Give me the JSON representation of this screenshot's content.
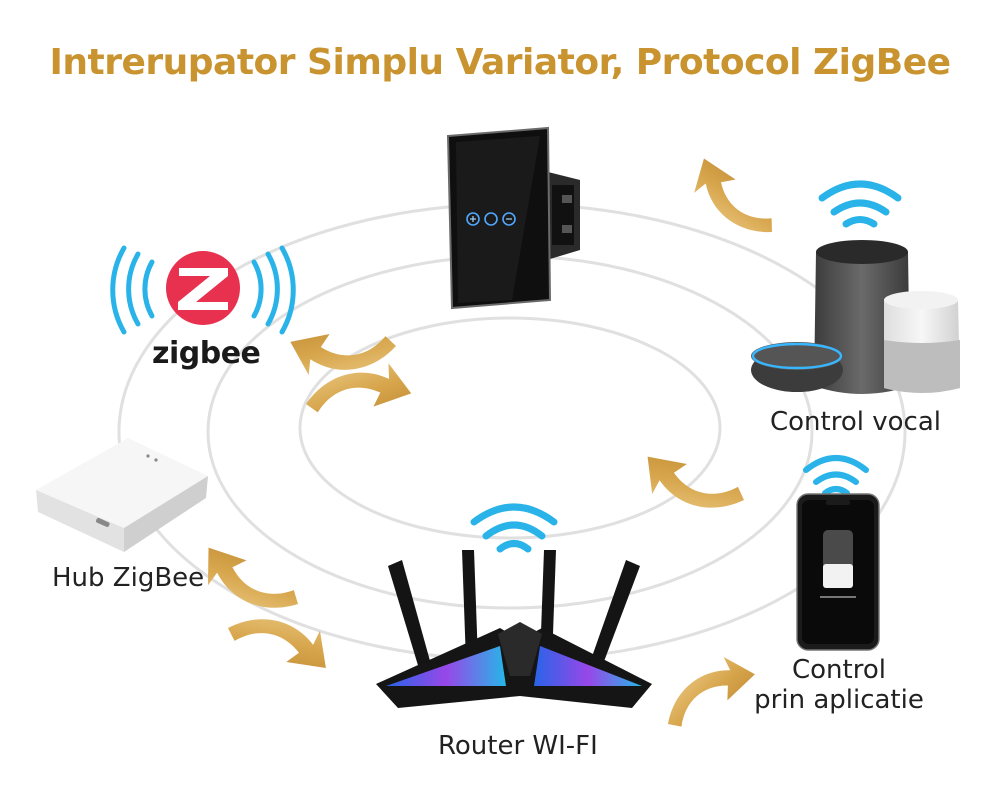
{
  "title": "Intrerupator Simplu Variator, Protocol ZigBee",
  "colors": {
    "title": "#c9942f",
    "arrow": "#d6a44a",
    "arrow_light": "#eccb85",
    "wifi": "#2ab3e8",
    "ring": "#dcdcdc",
    "zigbee_red": "#e8314f"
  },
  "zigbee_logo": {
    "text": "zigbee",
    "letter": "Z"
  },
  "nodes": {
    "hub": {
      "label": "Hub ZigBee"
    },
    "router": {
      "label": "Router WI-FI"
    },
    "voice": {
      "label": "Control vocal"
    },
    "app": {
      "label_line1": "Control",
      "label_line2": "prin aplicatie"
    }
  },
  "switch": {
    "buttons": [
      "+",
      "",
      "−"
    ]
  }
}
